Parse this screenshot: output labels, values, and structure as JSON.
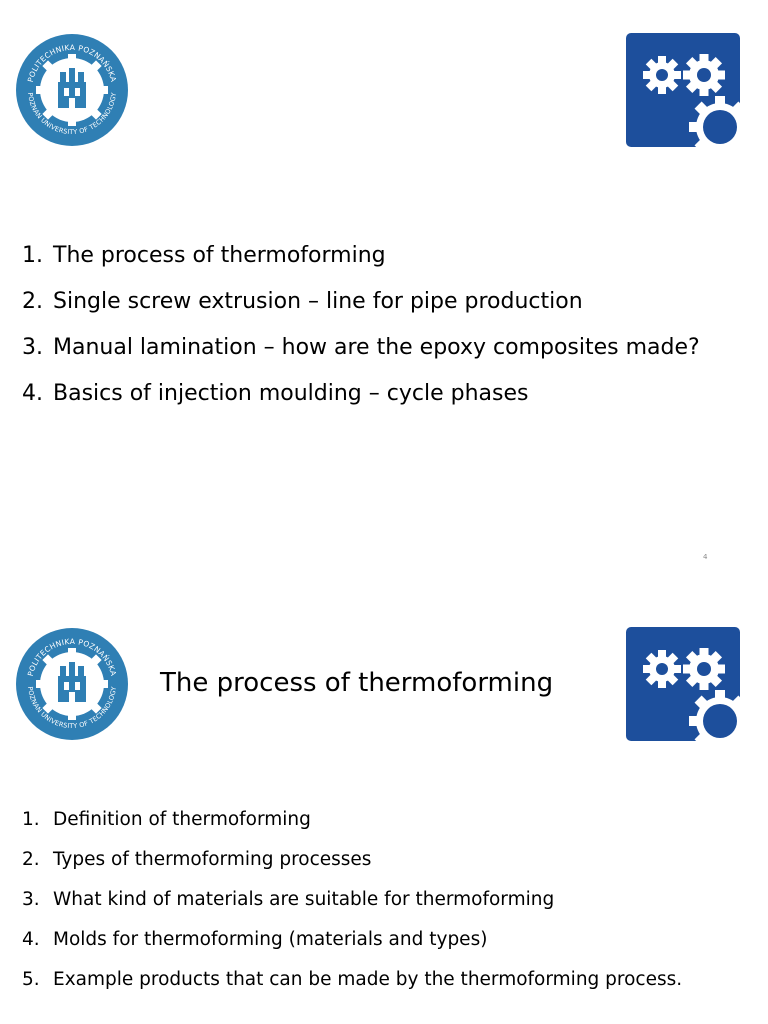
{
  "slide1": {
    "logo_text": {
      "top": "POLITECHNIKA POZNAŃSKA",
      "bottom": "POZNAN UNIVERSITY OF TECHNOLOGY"
    },
    "items": [
      {
        "num": "1.",
        "text": "The process of thermoforming"
      },
      {
        "num": "2.",
        "text": "Single screw extrusion – line for pipe production"
      },
      {
        "num": "3.",
        "text": "Manual lamination – how are the epoxy composites made?"
      },
      {
        "num": "4.",
        "text": "Basics of injection moulding – cycle phases"
      }
    ],
    "page_number": "4"
  },
  "slide2": {
    "logo_text": {
      "top": "POLITECHNIKA POZNAŃSKA",
      "bottom": "POZNAN UNIVERSITY OF TECHNOLOGY"
    },
    "title": "The process of thermoforming",
    "items": [
      {
        "num": "1.",
        "text": "Definition of thermoforming"
      },
      {
        "num": "2.",
        "text": "Types of thermoforming processes"
      },
      {
        "num": "3.",
        "text": "What kind of materials are suitable for thermoforming"
      },
      {
        "num": "4.",
        "text": "Molds for thermoforming (materials and types)"
      },
      {
        "num": "5.",
        "text": "Example products that can be made by the thermoforming process."
      }
    ]
  },
  "colors": {
    "seal": "#2f7fb4",
    "gear_tile": "#1d4f9c",
    "gear": "#ffffff"
  },
  "icons": [
    "university-seal-icon",
    "gears-icon"
  ]
}
